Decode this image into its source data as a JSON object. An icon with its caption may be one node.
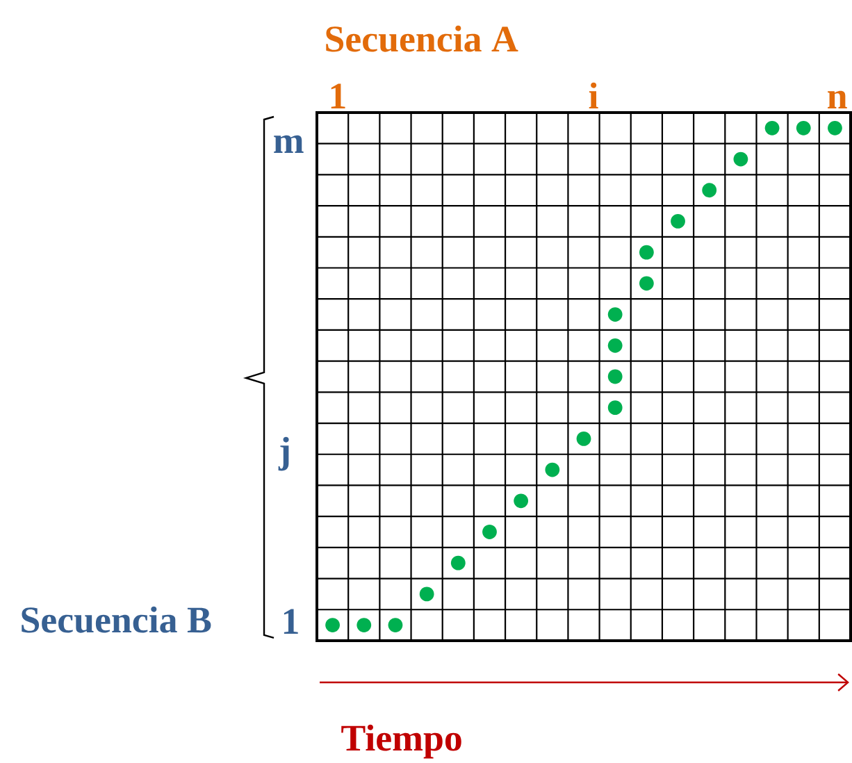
{
  "diagram": {
    "labels": [
      "Secuencia A",
      "1",
      "i",
      "n",
      "m",
      "j",
      "Secuencia B",
      "1",
      "Tiempo"
    ]
  }
}
